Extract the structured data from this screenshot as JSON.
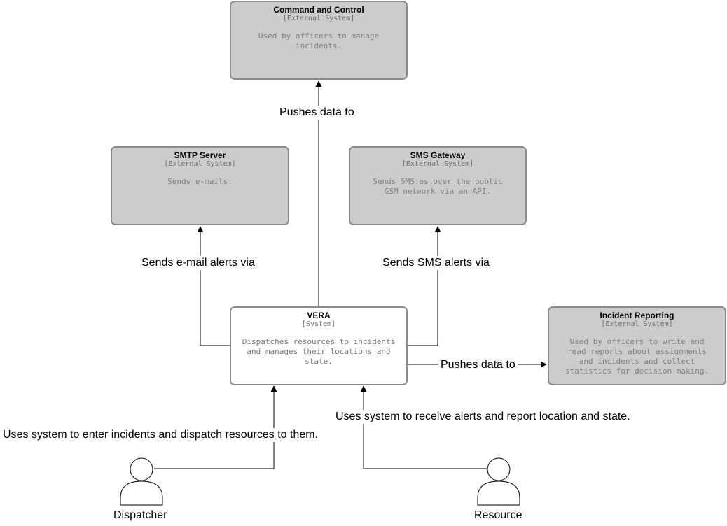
{
  "systems": {
    "command_control": {
      "name": "Command and Control",
      "kind": "[External System]",
      "description": "Used by officers to manage incidents."
    },
    "smtp": {
      "name": "SMTP Server",
      "kind": "[External System]",
      "description": "Sends e-mails."
    },
    "sms": {
      "name": "SMS Gateway",
      "kind": "[External System]",
      "description": "Sends SMS:es over the public GSM network via an API."
    },
    "vera": {
      "name": "VERA",
      "kind": "[System]",
      "description": "Dispatches resources to incidents and manages their locations and state."
    },
    "incident_reporting": {
      "name": "Incident Reporting",
      "kind": "[External System]",
      "description": "Used by officers to write and read reports about assignments and incidents and collect statistics for decision making."
    }
  },
  "actors": {
    "dispatcher": {
      "name": "Dispatcher"
    },
    "resource": {
      "name": "Resource"
    }
  },
  "relations": {
    "to_command_control": "Pushes data to",
    "to_smtp": "Sends e-mail alerts via",
    "to_sms": "Sends SMS alerts via",
    "to_incident_reporting": "Pushes data to",
    "dispatcher_uses": "Uses system to enter incidents and dispatch resources to them.",
    "resource_uses": "Uses system to receive alerts and report location and state."
  },
  "colors": {
    "external_fill": "#cccccc",
    "system_fill": "#ffffff",
    "border": "#8a8a8a",
    "line": "#000000"
  }
}
